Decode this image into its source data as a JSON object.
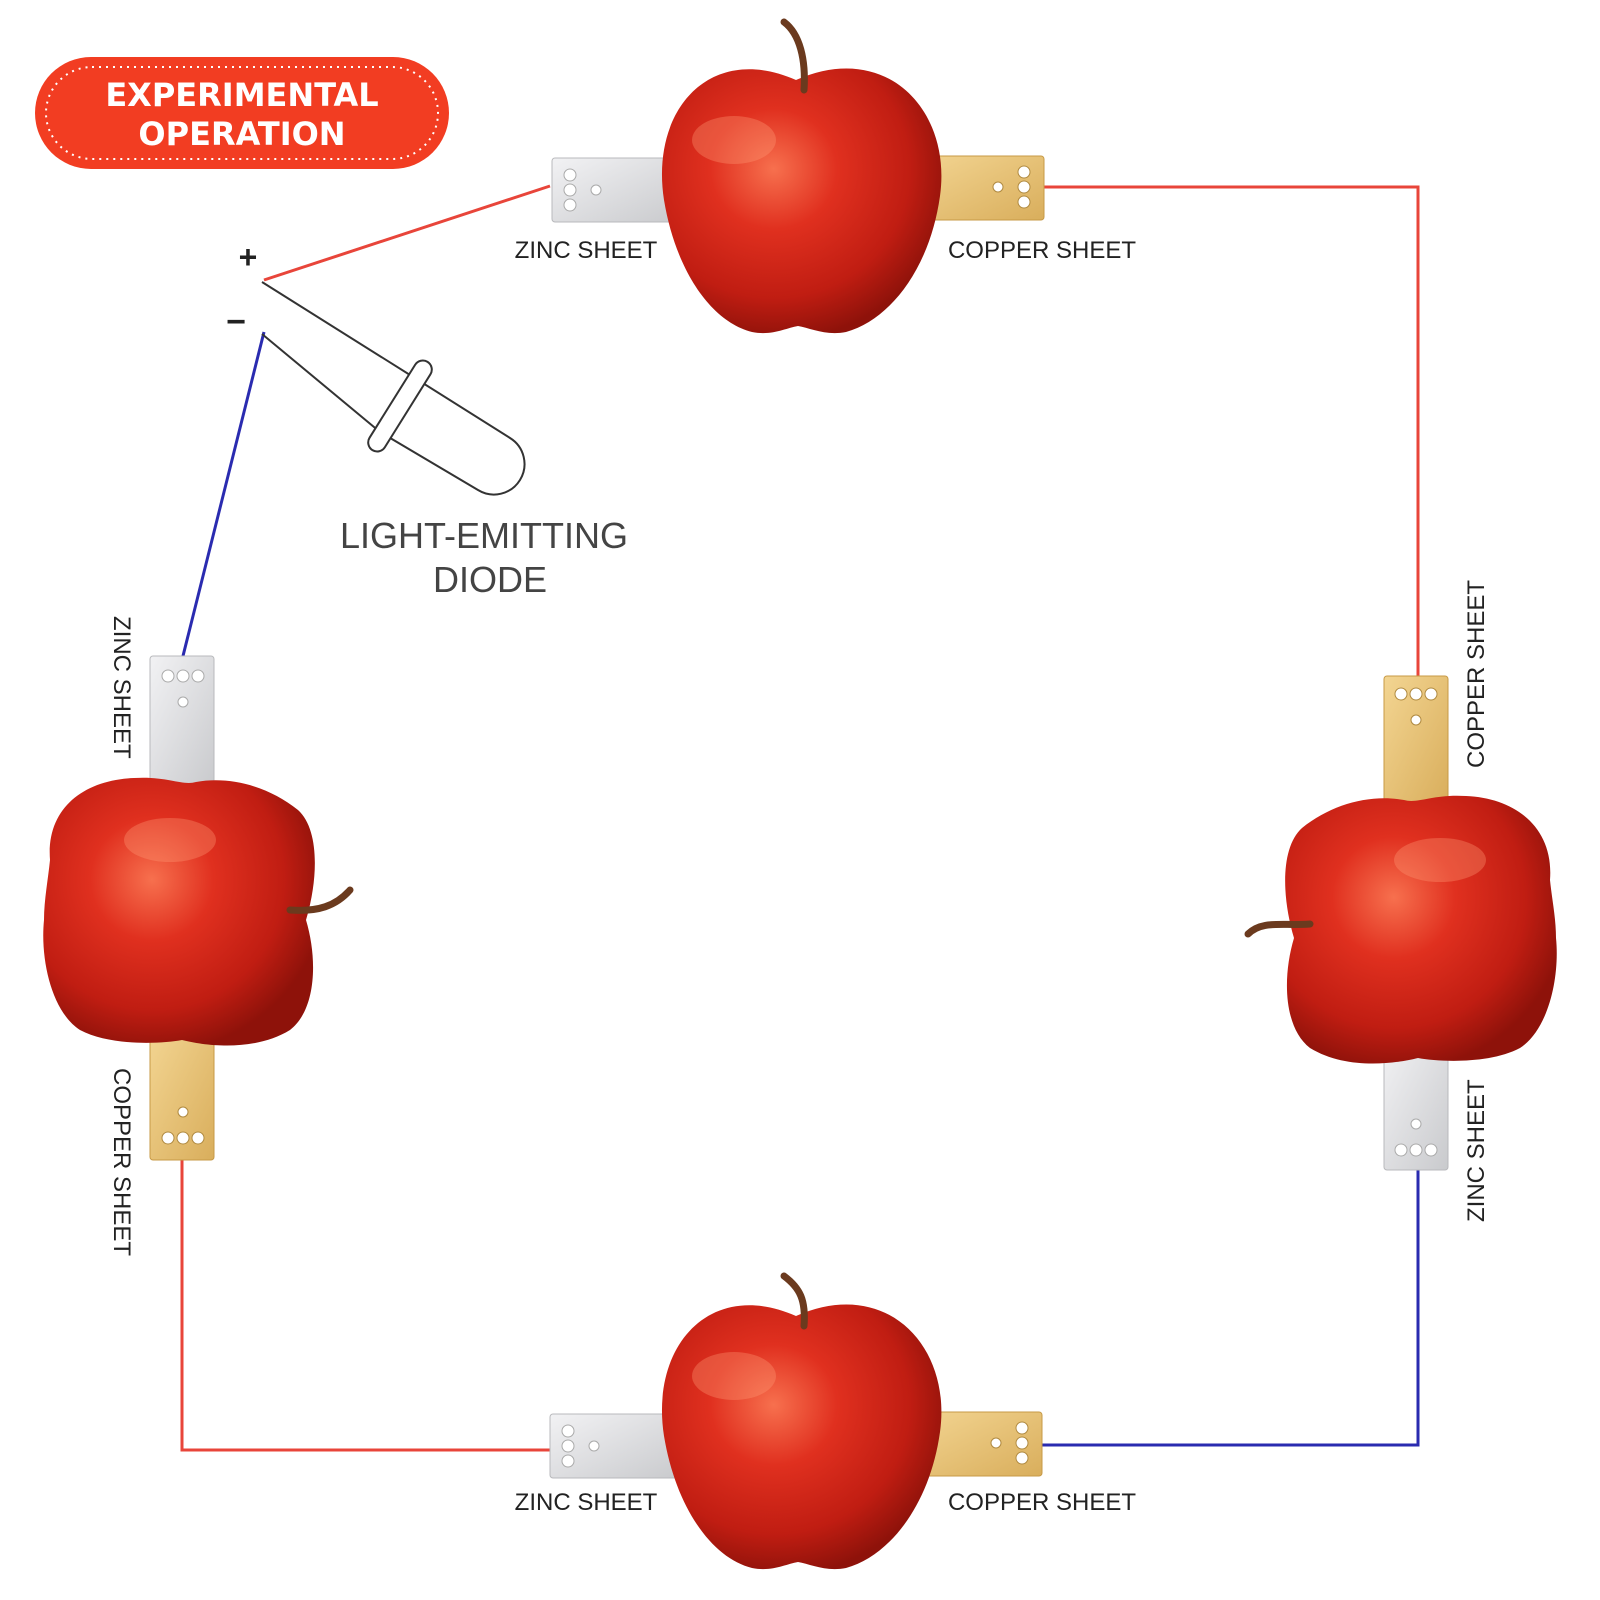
{
  "badge": {
    "line1": "EXPERIMENTAL",
    "line2": "OPERATION",
    "color": "#f23d22"
  },
  "led": {
    "label_line1": "LIGHT-EMITTING",
    "label_line2": "DIODE",
    "plus_symbol": "+",
    "minus_symbol": "−"
  },
  "labels": {
    "zinc": "ZINC SHEET",
    "copper": "COPPER SHEET"
  },
  "colors": {
    "wire_red": "#e8453a",
    "wire_blue": "#2a2bb0",
    "apple": "#d42a1c",
    "zinc": "#dcdde0",
    "copper": "#e6c47e"
  }
}
